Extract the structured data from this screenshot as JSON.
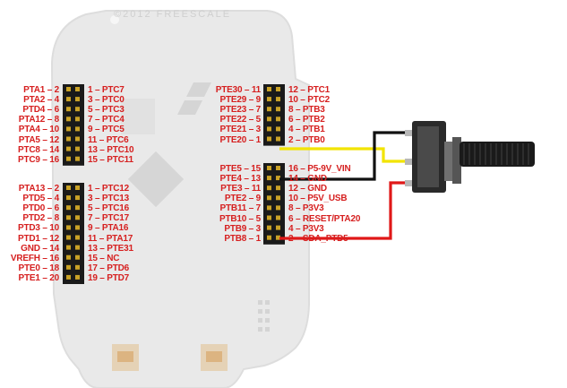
{
  "board": {
    "copyright": "©2012 FREESCALE"
  },
  "j1_left": [
    "PTA1 – 2",
    "PTA2 – 4",
    "PTD4 – 6",
    "PTA12 – 8",
    "PTA4 – 10",
    "PTA5 – 12",
    "PTC8 – 14",
    "PTC9 – 16"
  ],
  "j1_right": [
    "1 – PTC7",
    "3 – PTC0",
    "5 – PTC3",
    "7 – PTC4",
    "9 – PTC5",
    "11 – PTC6",
    "13 – PTC10",
    "15 – PTC11"
  ],
  "j2_left": [
    "PTA13 – 2",
    "PTD5 – 4",
    "PTD0 – 6",
    "PTD2 – 8",
    "PTD3 – 10",
    "PTD1 – 12",
    "GND – 14",
    "VREFH – 16",
    "PTE0 – 18",
    "PTE1 – 20"
  ],
  "j2_right": [
    "1 – PTC12",
    "3 – PTC13",
    "5 – PTC16",
    "7 – PTC17",
    "9 – PTA16",
    "11 – PTA17",
    "13 – PTE31",
    "15 – NC",
    "17 – PTD6",
    "19 – PTD7"
  ],
  "j3_left": [
    "PTE30 – 11",
    "PTE29 – 9",
    "PTE23 – 7",
    "PTE22 – 5",
    "PTE21 – 3",
    "PTE20 – 1"
  ],
  "j3_right": [
    "12 – PTC1",
    "10 – PTC2",
    "8 – PTB3",
    "6 – PTB2",
    "4 – PTB1",
    "2 – PTB0"
  ],
  "j4_left": [
    "PTE5 – 15",
    "PTE4 – 13",
    "PTE3 – 11",
    "PTE2 – 9",
    "PTB11 – 7",
    "PTB10 – 5",
    "PTB9 – 3",
    "PTB8 – 1"
  ],
  "j4_right": [
    "16 – P5-9V_VIN",
    "14 – GND",
    "12 – GND",
    "10 – P5V_USB",
    "8 – P3V3",
    "6 – RESET/PTA20",
    "4 – P3V3",
    "2 – SDA_PTD5"
  ],
  "colors": {
    "label": "#d62020",
    "wire_signal": "#f2e400",
    "wire_ground": "#111111",
    "wire_power": "#e01818",
    "board": "#ececec"
  },
  "icons": [
    "potentiometer-icon",
    "usb-connector-icon",
    "freescale-logo-icon"
  ]
}
